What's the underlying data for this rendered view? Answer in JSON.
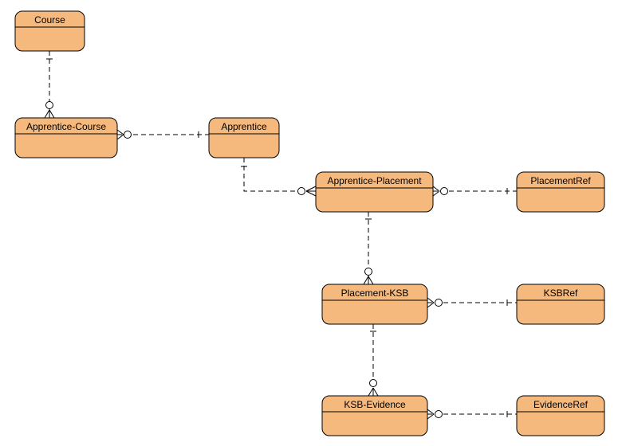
{
  "diagram": {
    "type": "entity-relationship",
    "entity_fill": "#F5B87D",
    "entity_stroke": "#000000",
    "line_color": "#000000",
    "entities": [
      {
        "id": "course",
        "label": "Course"
      },
      {
        "id": "apprentice-course",
        "label": "Apprentice-Course"
      },
      {
        "id": "apprentice",
        "label": "Apprentice"
      },
      {
        "id": "apprentice-placement",
        "label": "Apprentice-Placement"
      },
      {
        "id": "placementref",
        "label": "PlacementRef"
      },
      {
        "id": "placement-ksb",
        "label": "Placement-KSB"
      },
      {
        "id": "ksbref",
        "label": "KSBRef"
      },
      {
        "id": "ksb-evidence",
        "label": "KSB-Evidence"
      },
      {
        "id": "evidenceref",
        "label": "EvidenceRef"
      }
    ],
    "relationships": [
      {
        "from": "course",
        "to": "apprentice-course",
        "from_end": "one",
        "to_end": "zero-or-many"
      },
      {
        "from": "apprentice",
        "to": "apprentice-course",
        "from_end": "one",
        "to_end": "zero-or-many"
      },
      {
        "from": "apprentice",
        "to": "apprentice-placement",
        "from_end": "one",
        "to_end": "zero-or-many"
      },
      {
        "from": "placementref",
        "to": "apprentice-placement",
        "from_end": "one",
        "to_end": "zero-or-many"
      },
      {
        "from": "apprentice-placement",
        "to": "placement-ksb",
        "from_end": "one",
        "to_end": "zero-or-many"
      },
      {
        "from": "ksbref",
        "to": "placement-ksb",
        "from_end": "one",
        "to_end": "zero-or-many"
      },
      {
        "from": "placement-ksb",
        "to": "ksb-evidence",
        "from_end": "one",
        "to_end": "zero-or-many"
      },
      {
        "from": "evidenceref",
        "to": "ksb-evidence",
        "from_end": "one",
        "to_end": "zero-or-many"
      }
    ]
  }
}
